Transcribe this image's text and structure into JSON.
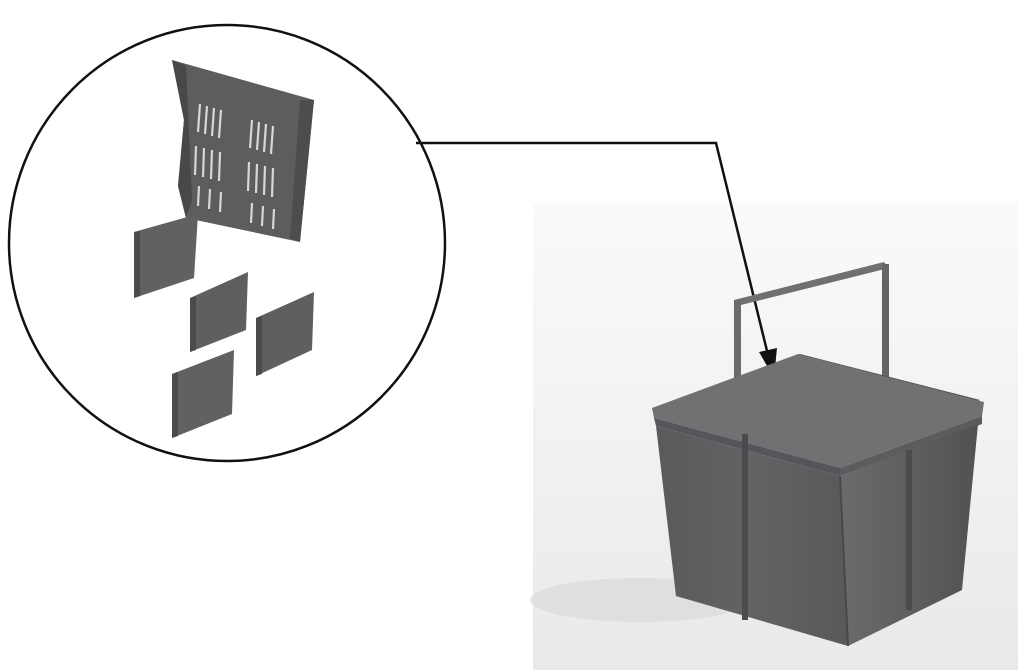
{
  "image": {
    "subject": "product-illustration",
    "colors": {
      "plastic": "#5d5e60",
      "plastic_dark": "#47484a",
      "plastic_light": "#77787a",
      "backdrop": "#f1f1f2",
      "outline": "#111111",
      "cap": "#4e3ea8",
      "bottle_liquid": "#a9c6dc",
      "sprayer": "#f3f3f3"
    },
    "parts": {
      "divider_panel": "long-slotted-divider",
      "small_dividers_count": 4
    }
  }
}
